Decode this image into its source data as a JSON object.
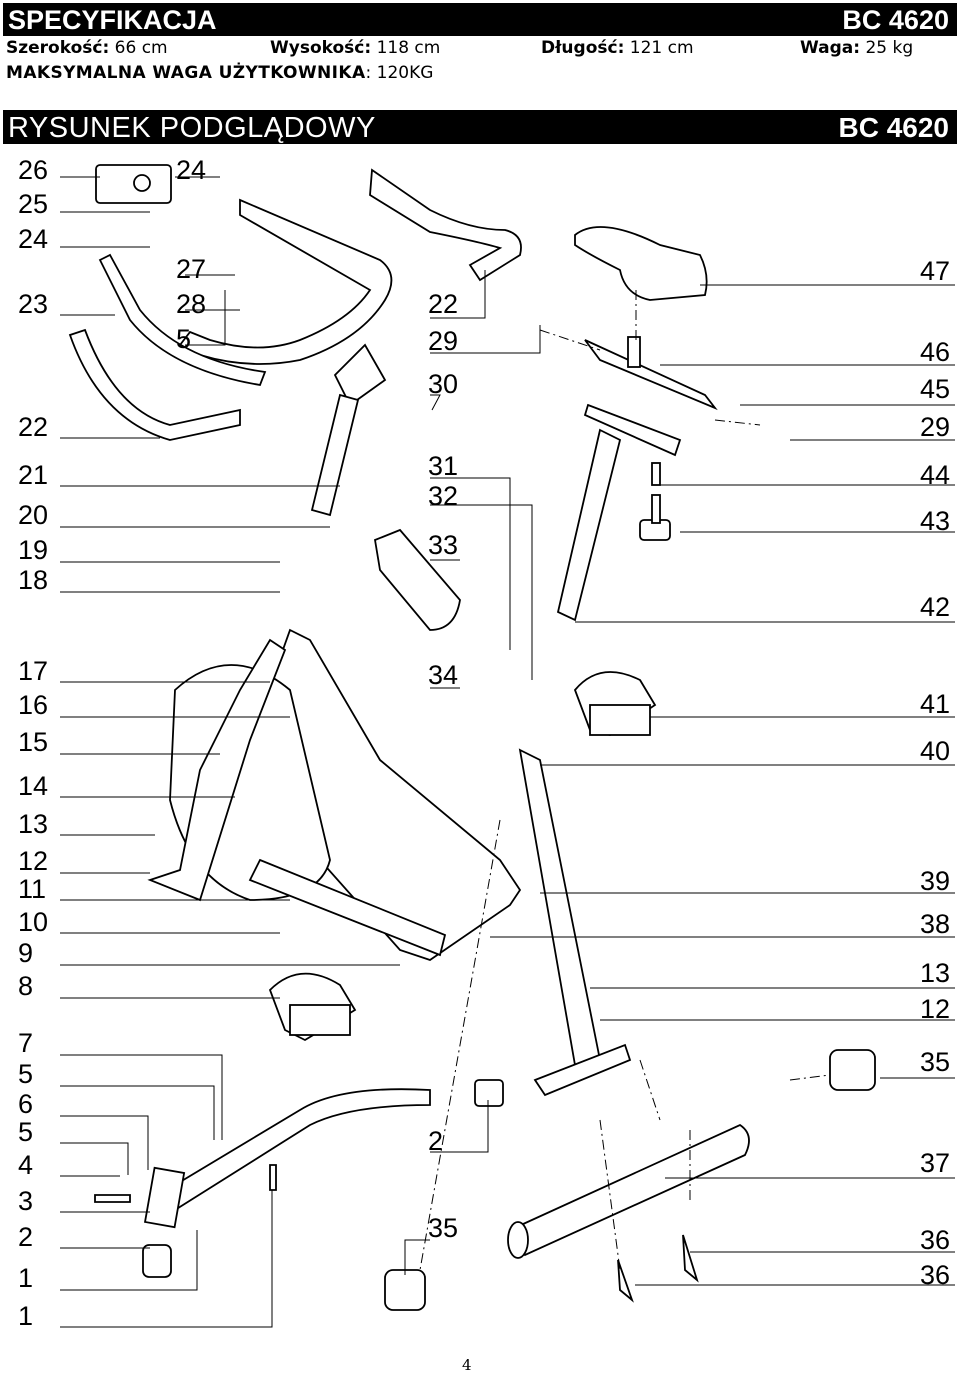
{
  "header": {
    "title": "SPECYFIKACJA",
    "model": "BC 4620"
  },
  "specs": {
    "width_label": "Szerokość:",
    "width_value": "66 cm",
    "height_label": "Wysokość:",
    "height_value": "118 cm",
    "length_label": "Długość:",
    "length_value": "121 cm",
    "weight_label": "Waga:",
    "weight_value": "25 kg",
    "max_user_label": "MAKSYMALNA WAGA UŻYTKOWNIKA",
    "max_user_value": ": 120KG"
  },
  "drawing_header": {
    "title": "RYSUNEK PODGLĄDOWY",
    "model": "BC 4620"
  },
  "left_labels": [
    "26",
    "25",
    "24",
    "23",
    "22",
    "21",
    "20",
    "19",
    "18",
    "17",
    "16",
    "15",
    "14",
    "13",
    "12",
    "11",
    "10",
    "9",
    "8",
    "7",
    "5",
    "6",
    "5",
    "4",
    "3",
    "2",
    "1",
    "1"
  ],
  "inner_left_labels": [
    "24",
    "27",
    "28",
    "5"
  ],
  "center_labels": [
    "22",
    "29",
    "30",
    "31",
    "32",
    "33",
    "34",
    "2",
    "35"
  ],
  "right_labels": [
    "47",
    "46",
    "45",
    "29",
    "44",
    "43",
    "42",
    "41",
    "40",
    "39",
    "38",
    "13",
    "12",
    "35",
    "37",
    "36",
    "36"
  ],
  "page_number": "4"
}
